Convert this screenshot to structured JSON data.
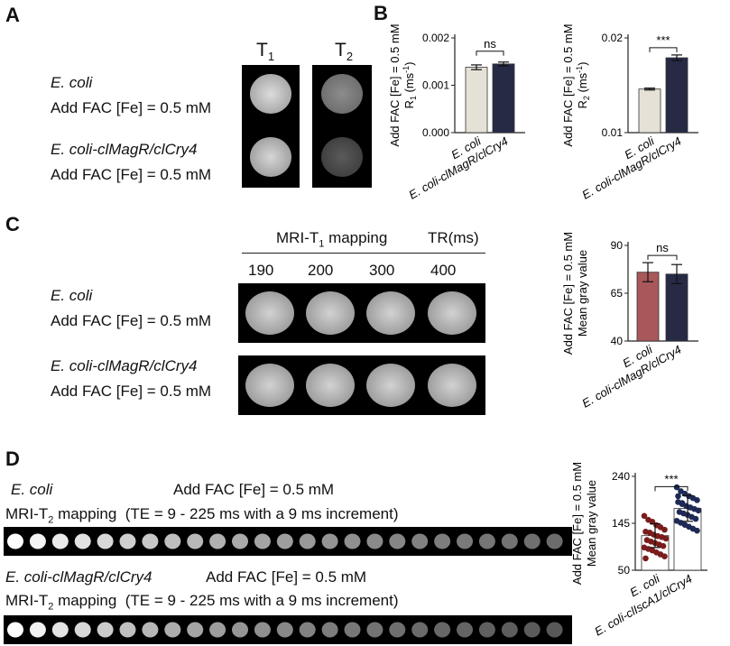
{
  "panels": {
    "A": "A",
    "B": "B",
    "C": "C",
    "D": "D"
  },
  "panelA": {
    "col_t1": "T",
    "col_t1_sub": "1",
    "col_t2": "T",
    "col_t2_sub": "2",
    "row1_strain": "E. coli",
    "row1_cond": "Add FAC [Fe] = 0.5 mM",
    "row2_strain": "E. coli-clMagR/clCry4",
    "row2_cond": "Add FAC [Fe] = 0.5 mM",
    "gray_levels": {
      "r1_t1": 0.82,
      "r1_t2": 0.55,
      "r2_t1": 0.8,
      "r2_t2": 0.33
    }
  },
  "panelC": {
    "mapping_label": "MRI-T",
    "mapping_sub": "1",
    "mapping_suffix": " mapping",
    "tr_label": "TR(ms)",
    "tr_values": [
      "190",
      "200",
      "300",
      "400"
    ],
    "row1_strain": "E. coli",
    "row1_cond": "Add FAC [Fe] = 0.5 mM",
    "row2_strain": "E. coli-clMagR/clCry4",
    "row2_cond": "Add FAC [Fe] = 0.5 mM"
  },
  "panelD": {
    "row1_strain": "E. coli",
    "row1_cond": "Add FAC [Fe] = 0.5 mM",
    "row1_map": "MRI-T",
    "row1_map_sub": "2",
    "row1_map_suffix": " mapping  (TE = 9 - 225 ms with a 9 ms increment)",
    "row2_strain": "E. coli-clMagR/clCry4",
    "row2_cond": "Add FAC [Fe] = 0.5 mM",
    "row2_map": "MRI-T",
    "row2_map_sub": "2",
    "row2_map_suffix": " mapping  (TE = 9 - 225 ms with a 9 ms increment)"
  },
  "chart_data": [
    {
      "type": "bar",
      "id": "R1",
      "ylabel_line1": "Add FAC [Fe] = 0.5 mM",
      "ylabel_line2": "R",
      "ylabel_sub": "1",
      "ylabel_unit": " (ms",
      "ylabel_sup": "-1",
      "ylabel_close": ")",
      "categories": [
        "E. coli",
        "E. coli-clMagR/clCry4"
      ],
      "values": [
        0.00138,
        0.00145
      ],
      "errors": [
        5e-05,
        4e-05
      ],
      "colors": [
        "#e6e1d6",
        "#262a45"
      ],
      "ylim": [
        0,
        0.002
      ],
      "ticks": [
        "0.000",
        "0.001",
        "0.002"
      ],
      "tick_values": [
        0,
        0.001,
        0.002
      ],
      "significance": "ns"
    },
    {
      "type": "bar",
      "id": "R2",
      "ylabel_line1": "Add FAC [Fe] = 0.5 mM",
      "ylabel_line2": "R",
      "ylabel_sub": "2",
      "ylabel_unit": " (ms",
      "ylabel_sup": "-1",
      "ylabel_close": ")",
      "categories": [
        "E. coli",
        "E. coli-clMagR/clCry4"
      ],
      "values": [
        0.0146,
        0.0179
      ],
      "errors": [
        0.0001,
        0.0003
      ],
      "colors": [
        "#e6e1d6",
        "#262a45"
      ],
      "ylim": [
        0.01,
        0.02
      ],
      "ticks": [
        "0.01",
        "0.02"
      ],
      "tick_values": [
        0.01,
        0.02
      ],
      "significance": "***"
    },
    {
      "type": "bar",
      "id": "C",
      "ylabel_line1": "Add FAC [Fe] = 0.5 mM",
      "ylabel_line2": "Mean gray value",
      "categories": [
        "E. coli",
        "E. coli-clMagR/clCry4"
      ],
      "values": [
        76,
        75
      ],
      "errors": [
        5,
        5
      ],
      "colors": [
        "#a8585a",
        "#262a45"
      ],
      "ylim": [
        40,
        90
      ],
      "ticks": [
        "40",
        "65",
        "90"
      ],
      "tick_values": [
        40,
        65,
        90
      ],
      "significance": "ns"
    },
    {
      "type": "bar",
      "id": "D",
      "ylabel_line1": "Add FAC [Fe] = 0.5 mM",
      "ylabel_line2": "Mean gray value",
      "categories": [
        "E. coli",
        "E. coli-clIscA1/clCry4"
      ],
      "values": [
        120,
        175
      ],
      "errors": [
        24,
        26
      ],
      "colors": [
        "#ffffff",
        "#ffffff"
      ],
      "point_colors": [
        "#7a1c1c",
        "#1e2a55"
      ],
      "points": [
        [
          160,
          152,
          148,
          141,
          137,
          132,
          128,
          126,
          122,
          119,
          117,
          114,
          111,
          108,
          105,
          102,
          99,
          96,
          93,
          90,
          86,
          82,
          78,
          74,
          126
        ],
        [
          218,
          210,
          205,
          200,
          196,
          192,
          188,
          184,
          180,
          177,
          174,
          171,
          168,
          165,
          162,
          158,
          154,
          150,
          146,
          142,
          138,
          134,
          130,
          200,
          186
        ]
      ],
      "ylim": [
        50,
        240
      ],
      "ticks": [
        "50",
        "145",
        "240"
      ],
      "tick_values": [
        50,
        145,
        240
      ],
      "significance": "***"
    }
  ]
}
